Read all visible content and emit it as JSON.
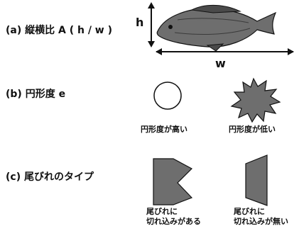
{
  "sections": {
    "a": {
      "label": "(a) 縦横比 A ( h / w )",
      "h_label": "h",
      "w_label": "w"
    },
    "b": {
      "label": "(b) 円形度 e",
      "high_caption": "円形度が高い",
      "low_caption": "円形度が低い"
    },
    "c": {
      "label": "(c) 尾びれのタイプ",
      "notched_caption_1": "尾びれに",
      "notched_caption_2": "切れ込みがある",
      "plain_caption_1": "尾びれに",
      "plain_caption_2": "切れ込みが無い"
    }
  },
  "colors": {
    "shape_fill": "#6e6e6e",
    "outline": "#111111"
  },
  "icons": [
    "fish-illustration",
    "circle-shape",
    "spiky-star-shape",
    "notched-tail-shape",
    "straight-tail-shape"
  ]
}
